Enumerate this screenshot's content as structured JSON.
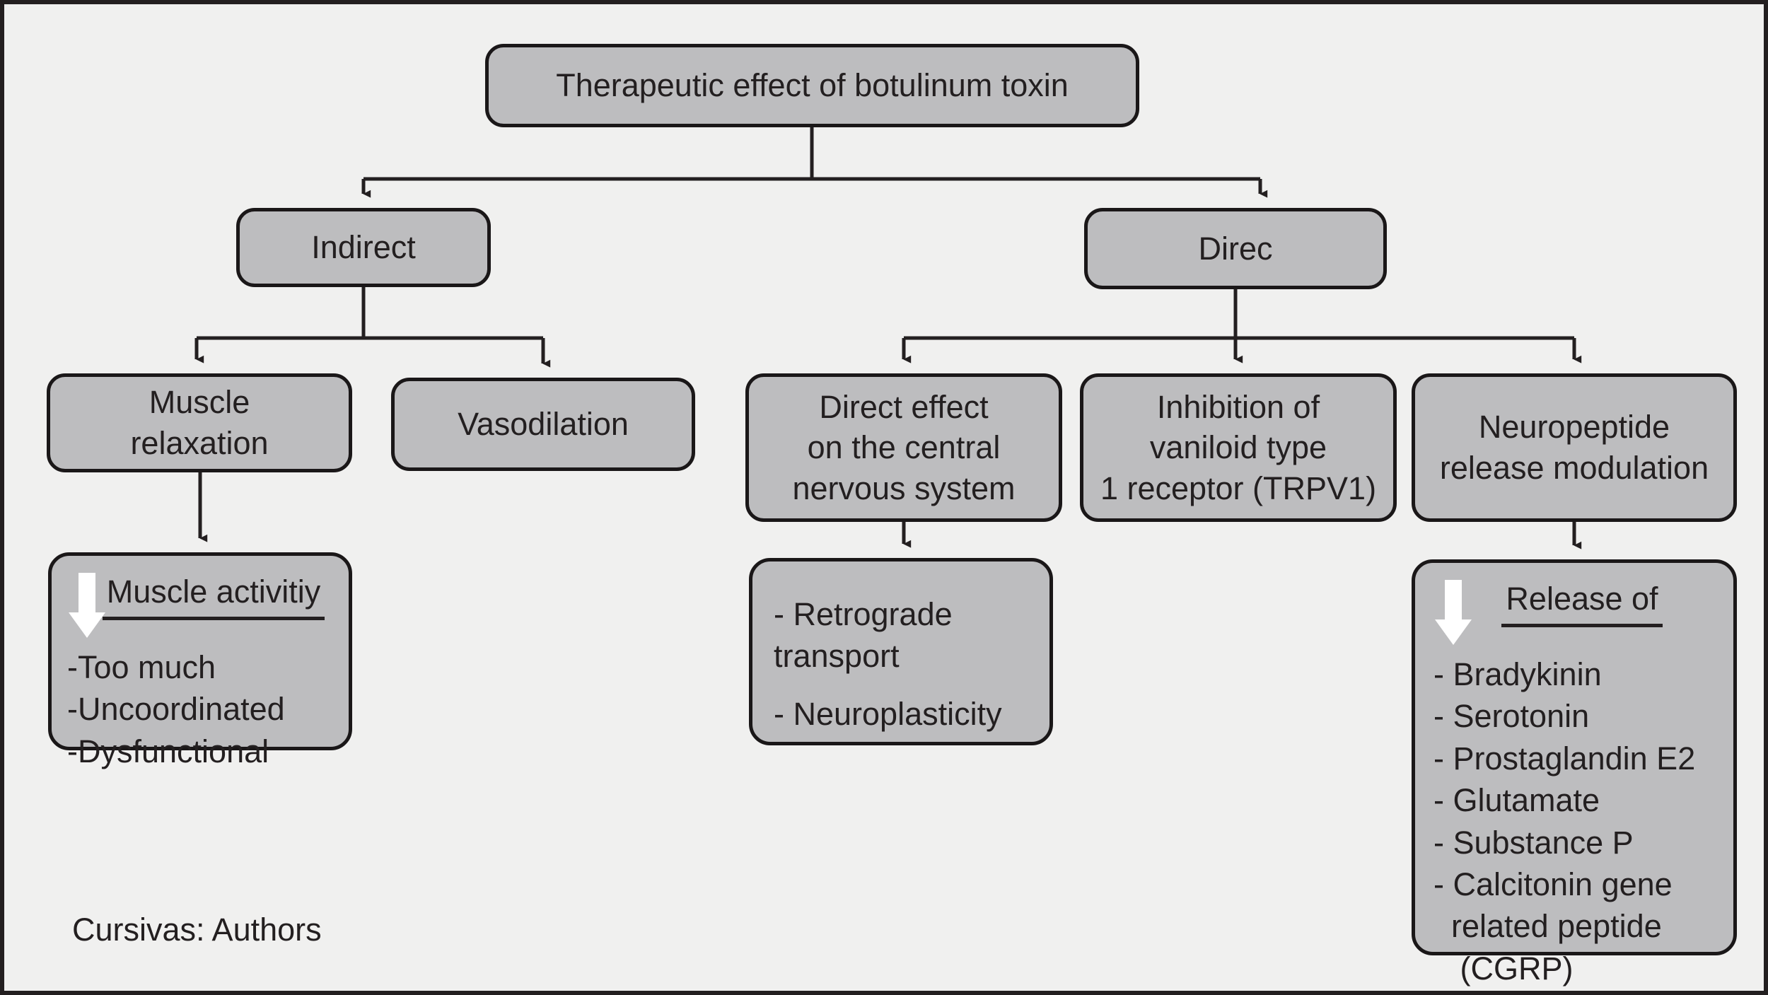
{
  "diagram": {
    "title_node": {
      "label": "Therapeutic effect of botulinum toxin"
    },
    "branches": {
      "indirect": {
        "label": "Indirect"
      },
      "direct": {
        "label": "Direc"
      }
    },
    "indirect_children": {
      "muscle_relaxation": {
        "line1": "Muscle",
        "line2": "relaxation"
      },
      "vasodilation": {
        "label": "Vasodilation"
      }
    },
    "direct_children": {
      "cns": {
        "line1": "Direct effect",
        "line2": "on the central",
        "line3": "nervous system"
      },
      "trpv1": {
        "line1": "Inhibition of",
        "line2": "vaniloid type",
        "line3": "1 receptor (TRPV1)"
      },
      "neuropeptide": {
        "line1": "Neuropeptide",
        "line2": "release modulation"
      }
    },
    "outcomes": {
      "muscle_activity": {
        "heading": "Muscle activitiy",
        "arrow": "down-arrow-icon",
        "items": [
          "-Too much",
          "-Uncoordinated",
          "-Dysfunctional"
        ]
      },
      "cns_effects": {
        "items": [
          "- Retrograde",
          "transport",
          "- Neuroplasticity"
        ]
      },
      "release_of": {
        "heading": "Release of",
        "arrow": "down-arrow-icon",
        "items": [
          "- Bradykinin",
          "- Serotonin",
          "- Prostaglandin E2",
          "- Glutamate",
          "- Substance P",
          "- Calcitonin gene",
          "  related peptide",
          "   (CGRP)"
        ]
      }
    },
    "caption": "Cursivas: Authors"
  },
  "colors": {
    "canvas_background": "#f0f0ef",
    "node_fill": "#bdbdbf",
    "node_border": "#1a1718",
    "text": "#231f20",
    "arrow_white": "#ffffff",
    "frame": "#231f20"
  }
}
